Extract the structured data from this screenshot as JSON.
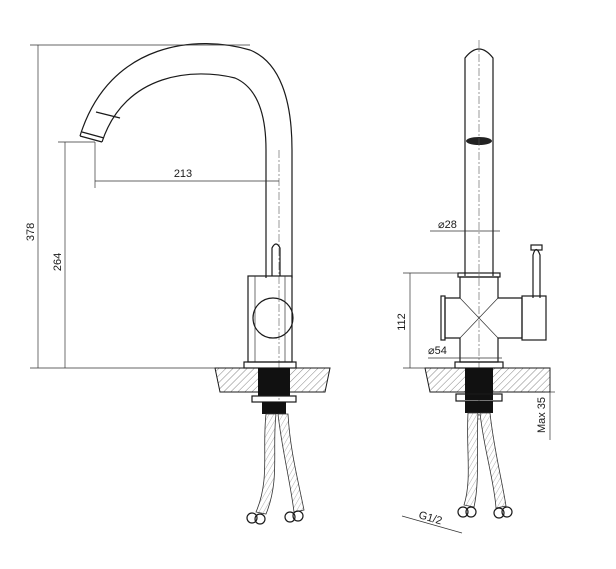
{
  "dimensions": {
    "total_height": "378",
    "spout_height": "264",
    "spout_reach": "213",
    "pipe_diameter": "⌀28",
    "body_height": "112",
    "base_diameter": "⌀54",
    "max_countertop": "Max 35",
    "connection_thread": "G1/2"
  },
  "colors": {
    "line": "#1a1a1a",
    "fitting": "#111111"
  }
}
